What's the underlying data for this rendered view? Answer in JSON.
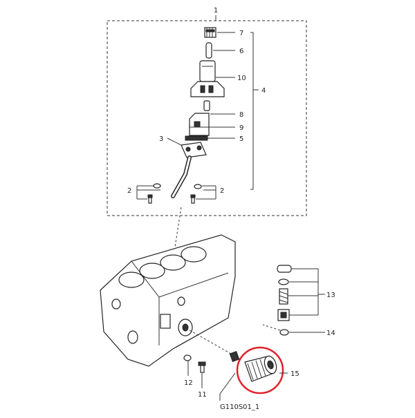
{
  "diagram": {
    "assembly_number": "1",
    "drawing_code": "G110S01_1",
    "callouts": [
      {
        "id": "c7",
        "label": "7"
      },
      {
        "id": "c6",
        "label": "6"
      },
      {
        "id": "c10",
        "label": "10"
      },
      {
        "id": "c4",
        "label": "4"
      },
      {
        "id": "c8",
        "label": "8"
      },
      {
        "id": "c9",
        "label": "9"
      },
      {
        "id": "c5",
        "label": "5"
      },
      {
        "id": "c3",
        "label": "3"
      },
      {
        "id": "c2a",
        "label": "2"
      },
      {
        "id": "c2b",
        "label": "2"
      },
      {
        "id": "c13",
        "label": "13"
      },
      {
        "id": "c14",
        "label": "14"
      },
      {
        "id": "c15",
        "label": "15"
      },
      {
        "id": "c12",
        "label": "12"
      },
      {
        "id": "c11",
        "label": "11"
      }
    ],
    "highlight_color": "#e0202a"
  }
}
